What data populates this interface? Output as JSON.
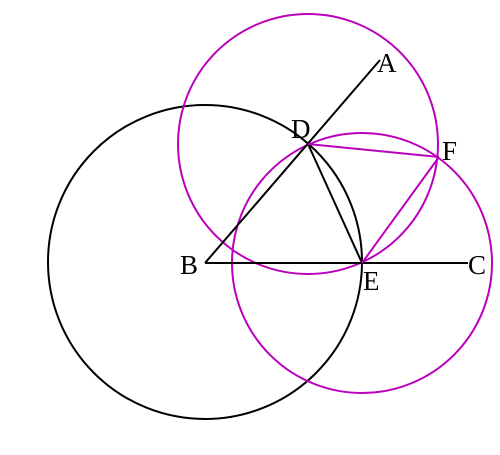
{
  "points": {
    "A": "A",
    "B": "B",
    "C": "C",
    "D": "D",
    "E": "E",
    "F": "F"
  },
  "colors": {
    "ink": "#000000",
    "construction": "#bb00bb",
    "background": "#ffffff"
  }
}
